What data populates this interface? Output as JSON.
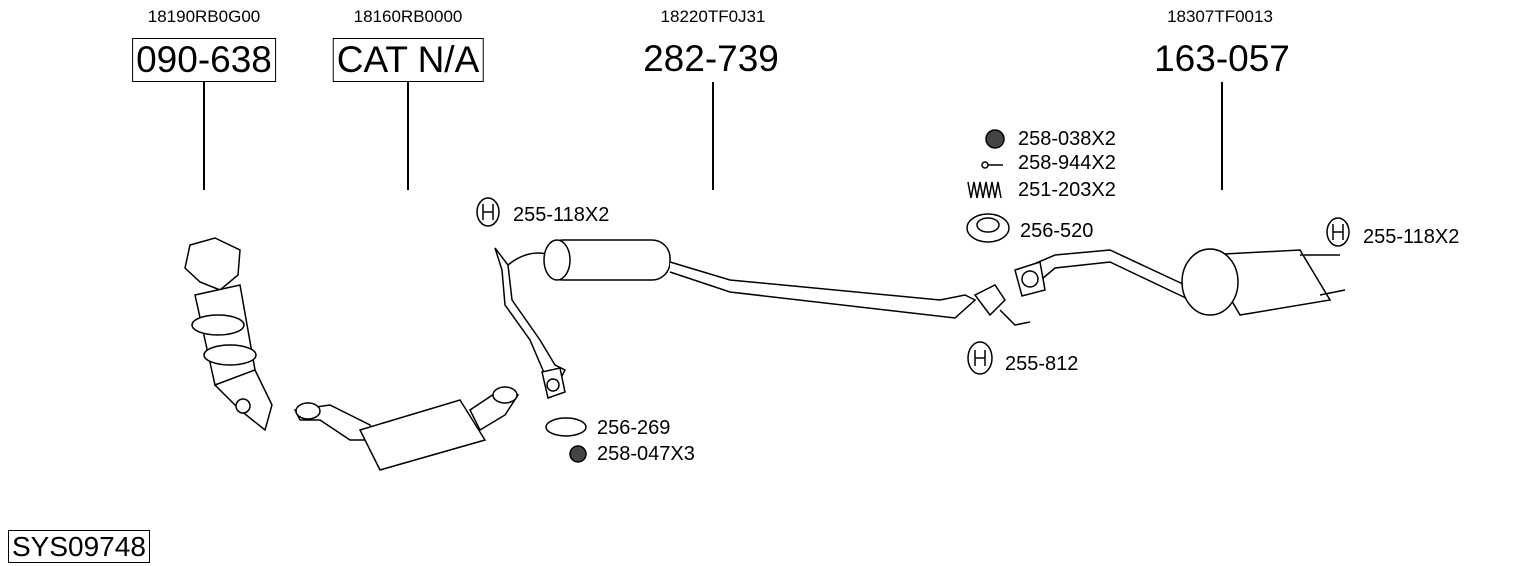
{
  "parts": [
    {
      "oem": "18190RB0G00",
      "number": "090-638"
    },
    {
      "oem": "18160RB0000",
      "number": "CAT N/A"
    },
    {
      "oem": "18220TF0J31",
      "number": "282-739"
    },
    {
      "oem": "18307TF0013",
      "number": "163-057"
    }
  ],
  "accessories": {
    "hanger_front": "255-118X2",
    "nut_top": "258-038X2",
    "bolt": "258-944X2",
    "spring": "251-203X2",
    "ring_rear": "256-520",
    "hanger_rear": "255-118X2",
    "hanger_mid": "255-812",
    "gasket_front": "256-269",
    "nut_front": "258-047X3"
  },
  "system_code": "SYS09748"
}
